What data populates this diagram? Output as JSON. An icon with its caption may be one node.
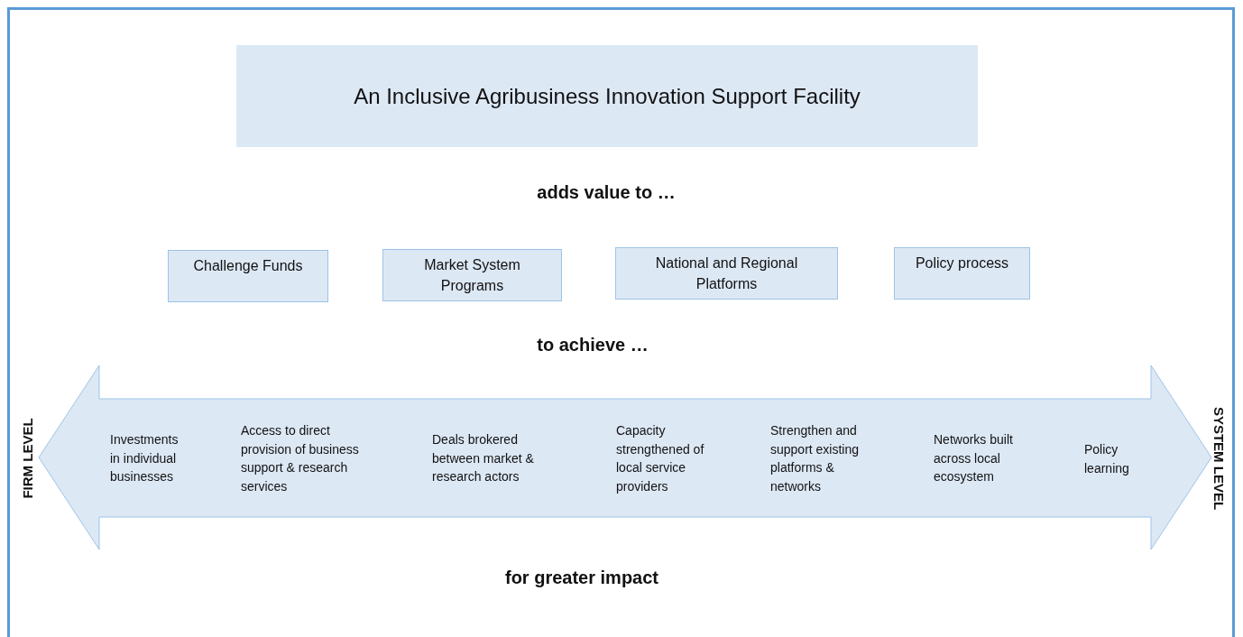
{
  "diagram": {
    "nodes": [
      {
        "text": [
          "An Inclusive Agribusiness Innovation Support Facility"
        ]
      },
      {
        "text": [
          "Challenge Funds"
        ]
      },
      {
        "text": [
          "Market System Programs"
        ]
      },
      {
        "text": [
          "National and Regional Platforms"
        ]
      },
      {
        "text": [
          "Policy process"
        ]
      },
      {
        "text": [
          "Investments in individual businesses",
          "Access to direct provision of business support & research services",
          "Deals brokered between market & research actors",
          "Capacity strengthened of local service providers",
          "Strengthen and support existing platforms & networks",
          "Networks built across local ecosystem",
          "Policy learning"
        ]
      }
    ],
    "labels": [
      "adds value to …",
      "to achieve …",
      "FIRM LEVEL",
      "SYSTEM LEVEL",
      "for greater impact"
    ]
  }
}
